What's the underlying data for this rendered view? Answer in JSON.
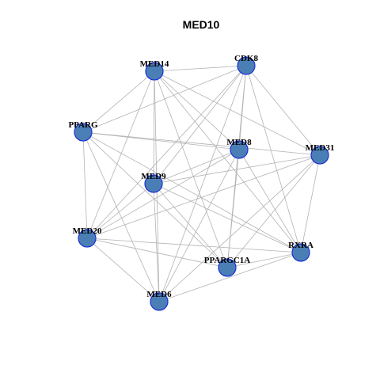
{
  "graph": {
    "title": "MED10",
    "colors": {
      "node_fill": "#4a7fb5",
      "node_stroke": "#1c2fd6",
      "edge": "#b3b3b3"
    },
    "nodes": [
      {
        "id": "MED14"
      },
      {
        "id": "CDK8"
      },
      {
        "id": "PPARG"
      },
      {
        "id": "MED8"
      },
      {
        "id": "MED31"
      },
      {
        "id": "MED9"
      },
      {
        "id": "MED20"
      },
      {
        "id": "RXRA"
      },
      {
        "id": "PPARGC1A"
      },
      {
        "id": "MED6"
      }
    ],
    "edges": [
      [
        "MED14",
        "CDK8"
      ],
      [
        "MED14",
        "PPARG"
      ],
      [
        "MED14",
        "MED8"
      ],
      [
        "MED14",
        "MED31"
      ],
      [
        "MED14",
        "MED9"
      ],
      [
        "MED14",
        "MED20"
      ],
      [
        "MED14",
        "RXRA"
      ],
      [
        "MED14",
        "PPARGC1A"
      ],
      [
        "MED14",
        "MED6"
      ],
      [
        "CDK8",
        "PPARG"
      ],
      [
        "CDK8",
        "MED8"
      ],
      [
        "CDK8",
        "MED31"
      ],
      [
        "CDK8",
        "MED9"
      ],
      [
        "CDK8",
        "MED20"
      ],
      [
        "CDK8",
        "RXRA"
      ],
      [
        "CDK8",
        "PPARGC1A"
      ],
      [
        "CDK8",
        "MED6"
      ],
      [
        "PPARG",
        "MED8"
      ],
      [
        "PPARG",
        "MED31"
      ],
      [
        "PPARG",
        "MED20"
      ],
      [
        "PPARG",
        "PPARGC1A"
      ],
      [
        "PPARG",
        "MED6"
      ],
      [
        "PPARG",
        "RXRA"
      ],
      [
        "MED8",
        "MED9"
      ],
      [
        "MED8",
        "MED20"
      ],
      [
        "MED8",
        "RXRA"
      ],
      [
        "MED8",
        "PPARGC1A"
      ],
      [
        "MED8",
        "MED6"
      ],
      [
        "MED31",
        "MED9"
      ],
      [
        "MED31",
        "MED20"
      ],
      [
        "MED31",
        "RXRA"
      ],
      [
        "MED31",
        "PPARGC1A"
      ],
      [
        "MED31",
        "MED6"
      ],
      [
        "MED9",
        "MED20"
      ],
      [
        "MED9",
        "RXRA"
      ],
      [
        "MED9",
        "PPARGC1A"
      ],
      [
        "MED9",
        "MED6"
      ],
      [
        "MED20",
        "RXRA"
      ],
      [
        "MED20",
        "PPARGC1A"
      ],
      [
        "MED20",
        "MED6"
      ],
      [
        "RXRA",
        "PPARGC1A"
      ],
      [
        "RXRA",
        "MED6"
      ]
    ]
  }
}
